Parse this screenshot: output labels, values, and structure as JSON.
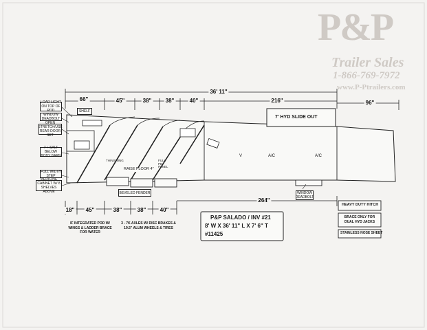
{
  "watermark": {
    "brand": "P&P",
    "name": "Trailer Sales",
    "phone": "1-866-769-7972",
    "url": "www.P-Ptrailers.com"
  },
  "dimensions_top": {
    "overall": "36' 11\"",
    "d66": "66\"",
    "d45": "45\"",
    "d38a": "38\"",
    "d38b": "38\"",
    "d40": "40\"",
    "d216": "216\"",
    "d96": "96\""
  },
  "dimensions_bottom": {
    "d18": "18\"",
    "d45": "45\"",
    "d38a": "38\"",
    "d38b": "38\"",
    "d40": "40\"",
    "d264": "264\""
  },
  "callouts": {
    "shelf": "SHELF",
    "slide_out": "7' HYD SLIDE OUT",
    "raise_floor": "RAISE FLOOR 4\"",
    "beveled_fender": "BEVELED FENDER",
    "heavy_duty_hitch": "HEAVY DUTY HITCH",
    "brace_only": "BRACE ONLY FOR DUAL HYD JACKS",
    "stainless_nose": "STAINLESS NOSE SHEET",
    "deadbolt_right": "WINDOW DEADBOLT",
    "v": "V",
    "ac1": "A/C",
    "ac2": "A/C",
    "thinswing": "THINSWING",
    "full_pad": "FULL PD PANEL"
  },
  "left_labels": [
    "LOAD LIGHT ON TOP OF POD",
    "WINDOW DEADBOLT",
    "OPEN STRETCH/USE REAR DOOR SET",
    "7 + SALT BELOW BODY BARN",
    "FULL WIDTH STEP",
    "MEDICINE CABINET W/ 8 SHELVES ABOVE"
  ],
  "bottom_notes": {
    "integrated_pod": "IF INTEGRATED POD W/ WINGS & LADDER BRACE FOR WATER",
    "axles": "3 - 7K AXLES W/ DISC BRAKES & 19.5\" ALUM WHEELS & TIRES"
  },
  "title_box": {
    "line1": "P&P SALADO / INV #21",
    "line2": "8' W X 36' 11\" L X 7' 6\" T",
    "line3": "#11425"
  }
}
